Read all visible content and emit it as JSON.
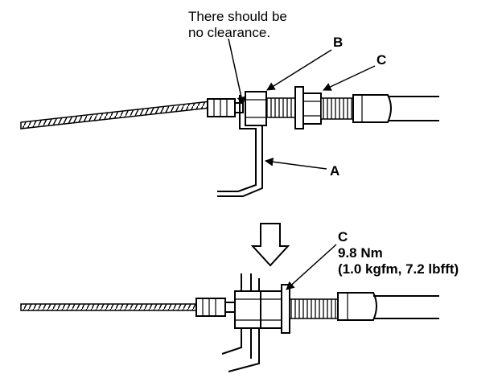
{
  "labels": {
    "note_line1": "There should be",
    "note_line2": "no clearance.",
    "b": "B",
    "c_top": "C",
    "a": "A",
    "c_bottom": "C",
    "torque_line1": "9.8 Nm",
    "torque_line2": "(1.0 kgfm, 7.2 lbfft)"
  }
}
